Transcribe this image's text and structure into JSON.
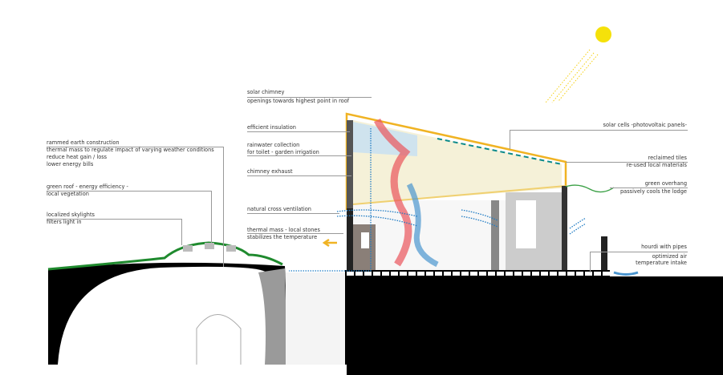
{
  "labels": {
    "solar_chimney": {
      "title": "solar chimney",
      "desc": "openings towards highest point in roof"
    },
    "efficient_insulation": "efficient insulation",
    "rainwater": {
      "title": "rainwater collection",
      "desc": "for toilet - garden irrigation"
    },
    "chimney_exhaust": "chimney exhaust",
    "cross_ventilation": "natural cross ventilation",
    "thermal_mass": {
      "title": "thermal mass - local stones",
      "desc": "stabilizes the temperature"
    },
    "rammed_earth": {
      "title": "rammed earth construction",
      "line1": "thermal mass to regulate impact of varying weather conditions",
      "line2": "reduce heat gain / loss",
      "line3": "lower energy bills"
    },
    "green_roof": {
      "title": "green roof - energy efficiency -",
      "desc": "local vegetation"
    },
    "skylights": {
      "title": "localized skylights",
      "desc": "filters light in"
    },
    "solar_cells": "solar cells -photovoltaic panels-",
    "reclaimed_tiles": {
      "title": "reclaimed tiles",
      "desc": "re-used local materials"
    },
    "green_overhang": {
      "title": "green overhang",
      "desc": "passively cools the lodge"
    },
    "hourdi": {
      "title": "hourdi with pipes",
      "line1": "optimized air",
      "line2": "temperature intake"
    }
  },
  "colors": {
    "sun": "#f5e10a",
    "roof_edge": "#f0b323",
    "hot_air": "#e9545b",
    "cool_air": "#4a95cf",
    "vent": "#1e7bc4",
    "green": "#1f8a2e",
    "ground": "#000000"
  }
}
